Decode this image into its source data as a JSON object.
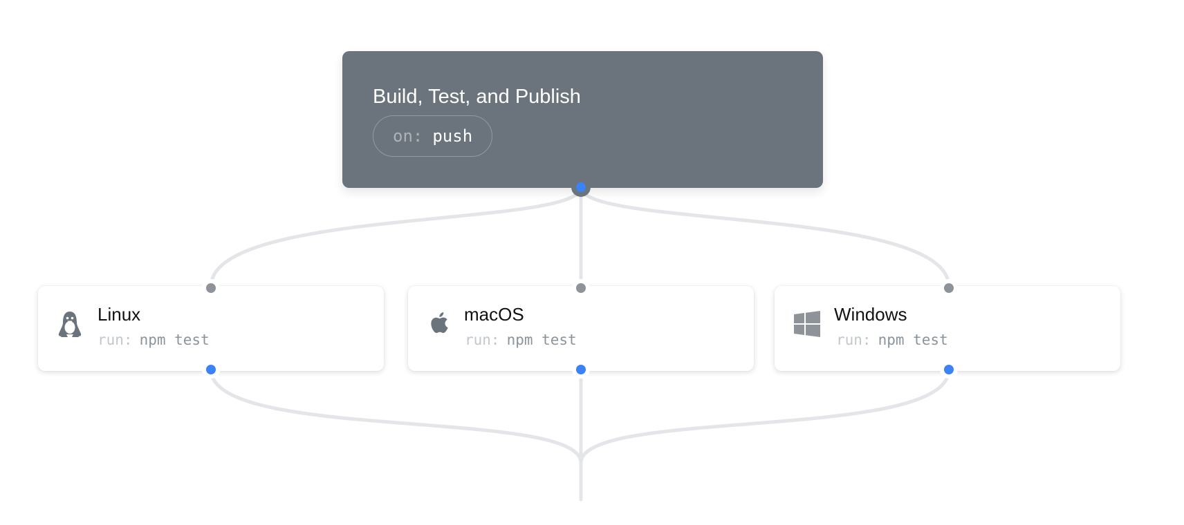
{
  "workflow": {
    "trigger": {
      "title": "Build, Test, and Publish",
      "on_key": "on:",
      "on_value": "push"
    },
    "jobs": [
      {
        "name": "Linux",
        "icon": "linux-tux-icon",
        "run_key": "run:",
        "run_value": "npm test"
      },
      {
        "name": "macOS",
        "icon": "apple-icon",
        "run_key": "run:",
        "run_value": "npm test"
      },
      {
        "name": "Windows",
        "icon": "windows-icon",
        "run_key": "run:",
        "run_value": "npm test"
      }
    ]
  },
  "colors": {
    "trigger_bg": "#6b737c",
    "connector": "#e3e5e8",
    "output_port": "#3b82f6",
    "input_port": "#8e9399",
    "icon": "#6b737c"
  }
}
